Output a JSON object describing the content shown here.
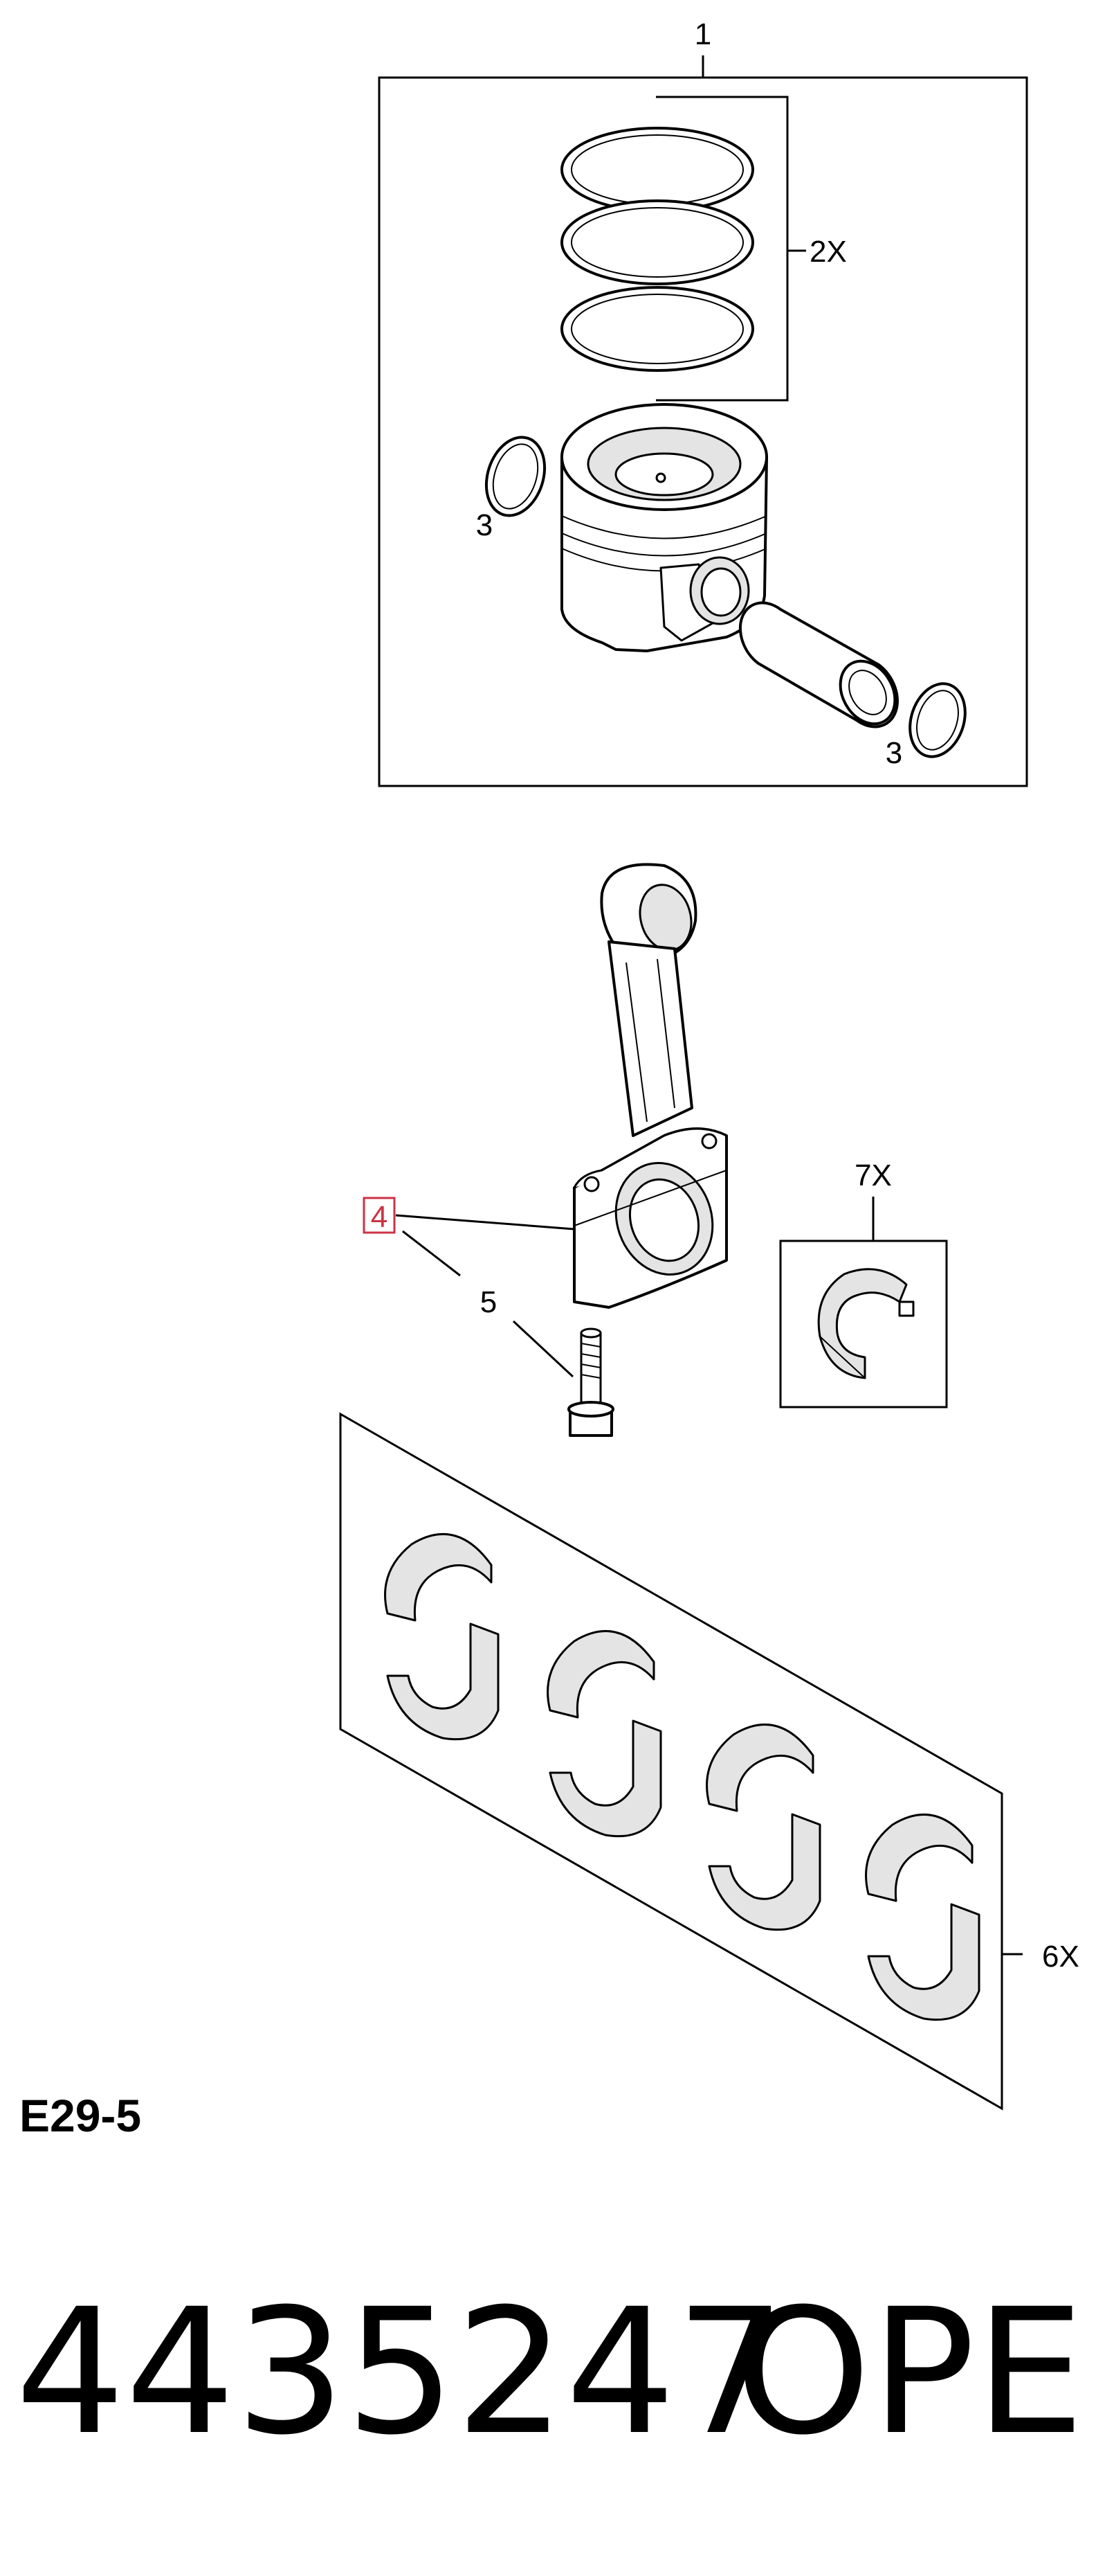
{
  "diagram_code": "E29-5",
  "callouts": {
    "piston_assembly": "1",
    "ring_set": "2X",
    "snap_ring_left": "3",
    "snap_ring_right": "3",
    "connecting_rod": "4",
    "rod_bolt": "5",
    "main_bearing_set": "6X",
    "rod_bearing": "7X"
  },
  "footer": {
    "part_number": "4435247",
    "brand": "OPEL"
  },
  "colors": {
    "highlight": "#cc3344",
    "line": "#000000",
    "shade": "#e4e4e4"
  }
}
